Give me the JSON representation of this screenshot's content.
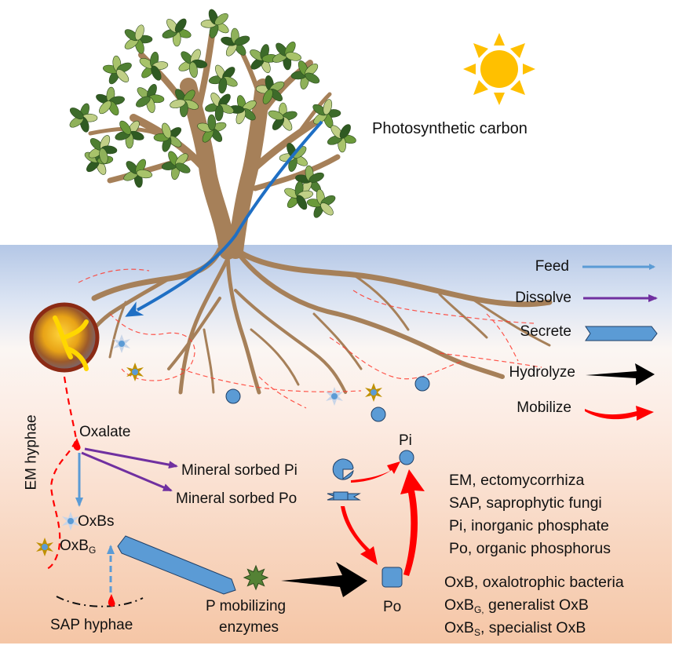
{
  "title_label": "Photosynthetic carbon",
  "colors": {
    "feed": "#5b9bd5",
    "dissolve": "#7030a0",
    "secrete": "#5b9bd5",
    "hydrolyze": "#000000",
    "mobilize": "#ff0000",
    "sun": "#ffc000",
    "root": "#a68059",
    "hyphae": "#ff0000",
    "bacteria_generalist": "#bf9000",
    "bacteria_specialist": "#c8d5e8",
    "enzyme": "#548235",
    "phosphate_shape": "#5b9bd5"
  },
  "legend": {
    "items": [
      {
        "label": "Feed",
        "icon": "thin-blue-arrow"
      },
      {
        "label": "Dissolve",
        "icon": "thin-purple-arrow"
      },
      {
        "label": "Secrete",
        "icon": "chevron-block-arrow"
      },
      {
        "label": "Hydrolyze",
        "icon": "tapered-black-arrow"
      },
      {
        "label": "Mobilize",
        "icon": "curved-red-arrow"
      }
    ]
  },
  "nodes": {
    "em_hyphae": "EM hyphae",
    "oxalate": "Oxalate",
    "mineral_sorbed_pi": "Mineral  sorbed  Pi",
    "mineral_sorbed_po": "Mineral  sorbed  Po",
    "pi": "Pi",
    "po": "Po",
    "oxbs": "OxBs",
    "oxbg_main": "OxB",
    "oxbg_sub": "G",
    "sap_hyphae": "SAP hyphae",
    "enzymes_line1": "P mobilizing",
    "enzymes_line2": "enzymes"
  },
  "abbreviations": [
    {
      "main": "EM, ectomycorrhiza",
      "sub": "",
      "rest": ""
    },
    {
      "main": "SAP, saprophytic fungi",
      "sub": "",
      "rest": ""
    },
    {
      "main": "Pi, inorganic  phosphate",
      "sub": "",
      "rest": ""
    },
    {
      "main": "Po, organic  phosphorus",
      "sub": "",
      "rest": ""
    },
    {
      "main": "OxB, oxalotrophic  bacteria",
      "sub": "",
      "rest": ""
    },
    {
      "main": "OxB",
      "sub": "G,",
      "rest": " generalist  OxB"
    },
    {
      "main": "OxB",
      "sub": "S",
      "rest": ", specialist  OxB"
    }
  ]
}
